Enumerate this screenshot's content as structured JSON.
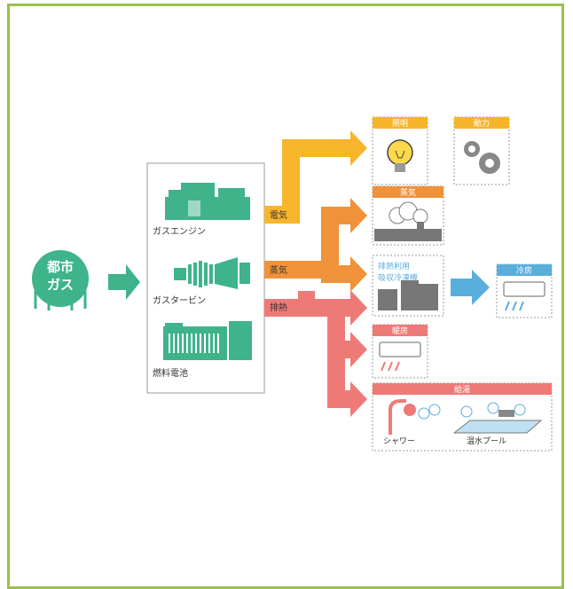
{
  "source": {
    "line1": "都市",
    "line2": "ガス"
  },
  "generators": [
    {
      "label": "ガスエンジン",
      "icon": "gas-engine-icon"
    },
    {
      "label": "ガスタービン",
      "icon": "gas-turbine-icon"
    },
    {
      "label": "燃料電池",
      "icon": "fuel-cell-icon"
    }
  ],
  "outputs": {
    "electricity": "電気",
    "steam": "蒸気",
    "exhaust_heat": "排熱"
  },
  "uses": {
    "lighting": "照明",
    "power": "動力",
    "steam": "蒸気",
    "absorption_chiller": {
      "line1": "排熱利用",
      "line2": "吸収冷凍機"
    },
    "cooling": "冷房",
    "heating": "暖房",
    "hot_water": "給湯",
    "shower": "シャワー",
    "pool": "温水プール"
  },
  "colors": {
    "frame": "#9cc04d",
    "gas_green": "#3fb38a",
    "electricity": "#f7b52c",
    "steam": "#f0923a",
    "exhaust_heat": "#ee7a78",
    "cooling": "#5aaedc",
    "header_gray": "#7a7a7a",
    "box_border": "#999999"
  }
}
